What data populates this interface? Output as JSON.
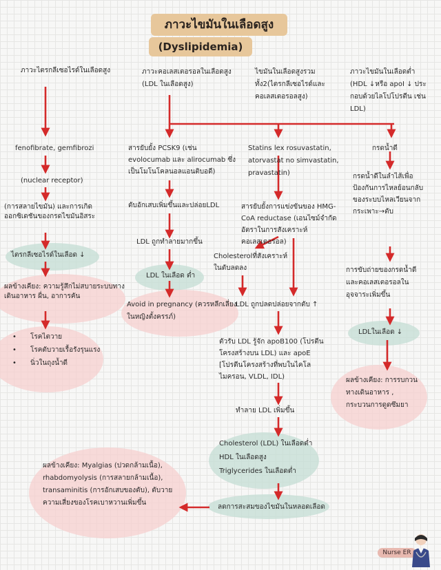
{
  "title": {
    "main": "ภาวะไขมันในเลือดสูง",
    "sub": "(Dyslipidemia)"
  },
  "columns": {
    "tg": {
      "header": "ภาวะไตรกลีเซอไรด์ในเลือดสูง",
      "drug": "fenofibrate, gemfibrozi",
      "receptor": "(nuclear receptor)",
      "mechanism": "(การสลายไขมัน) และการเกิดออกซิเดชันของกรดไขมันอิสระ",
      "result": "ไตรกลีเซอไรด์ในเลือด ↓",
      "side_effects": "ผลข้างเคียง: ความรู้สึกไม่สบายระบบทางเดินอาหาร ผื่น, อาการคัน",
      "bullets": [
        "โรคไตวาย",
        "โรคตับวายเรื้อรังรุนแรง",
        "นิ่วในถุงน้ำดี"
      ]
    },
    "ldl": {
      "header": "ภาวะคอเลสเตอรอลในเลือดสูง (LDL ในเลือดสูง)",
      "drug": "สารยับยั้ง PCSK9 (เช่น evolocumab และ alirocumab ซึ่งเป็นโมโนโคลนอลแอนติบอดี)",
      "step1": "ตับอักเสบเพิ่มขึ้นและปล่อยLDL",
      "step2": "LDL ถูกทำลายมากขึ้น",
      "result": "LDL ในเลือด ต่ำ",
      "pregnancy": "Avoid in pregnancy (ควรหลีกเลี่ยงในหญิงตั้งครรภ์)"
    },
    "mixed": {
      "header": "ไขมันในเลือดสูงรวม ทั้ง2(ไตรกลีเซอไรด์และคอเลสเตอรอลสูง)",
      "drug": "Statins lex rosuvastatin, atorvastat no simvastatin, pravastatin)",
      "mechanism": "สารยับยั้งการแข่งขันของ HMG-CoA reductase (เอนไซม์จำกัดอัตราในการสังเคราะห์คอเลสเตอรอล)",
      "cholesterol_note": "Cholesterolที่สังเคราะห์ในตับลดลง",
      "ldl_release": "LDL ถูกปลดปล่อยจากตับ ↑",
      "receptor": "ตัวรับ LDL รู้จัก apoB100 (โปรตีนโครงสร้างบน LDL) และ apoE [โปรตีนโครงสร้างที่พบในไคโลไมครอน, VLDL, IDL)",
      "destroy": "ทำลาย LDL เพิ่มขึ้น",
      "outcome": [
        "Cholesterol (LDL) ในเลือดต่ำ",
        "HDL ในเลือดสูง",
        "Triglycerides ในเลือดต่ำ"
      ],
      "final": "ลดการสะสมของไขมันในหลอดเลือด",
      "side_effects": "ผลข้างเคียง: Myalgias (ปวดกล้ามเนื้อ), rhabdomyolysis (การสลายกล้ามเนื้อ), transaminitis (การอักเสบของตับ), ตับวาย ความเสี่ยงของโรคเบาหวานเพิ่มขึ้น"
    },
    "hdl": {
      "header": "ภาวะไขมันในเลือดต่ำ (HDL ↓หรือ apoI ↓ ประกอบด้วยไลโปโปรตีน เช่น LDL)",
      "drug": "กรดน้ำดี",
      "mechanism": "กรดน้ำดีในลำไส้เพื่อป้องกันการไหลย้อนกลับของระบบไหลเวียนจาก กระเพาะ→ตับ",
      "step": "การขับถ่ายของกรดน้ำดีและคอเลสเตอรอลในอุจจาระเพิ่มขึ้น",
      "result": "LDLในเลือด ↓",
      "side_effects": "ผลข้างเคียง: การรบกวนทางเดินอาหาร , กระบวนการดูดซึมยา"
    }
  },
  "badge": "Nurse ER",
  "colors": {
    "arrow": "#d42a2a",
    "title_box": "#e7c79b",
    "green_highlight": "#c4ded4",
    "pink_highlight": "#f6cdcd"
  }
}
